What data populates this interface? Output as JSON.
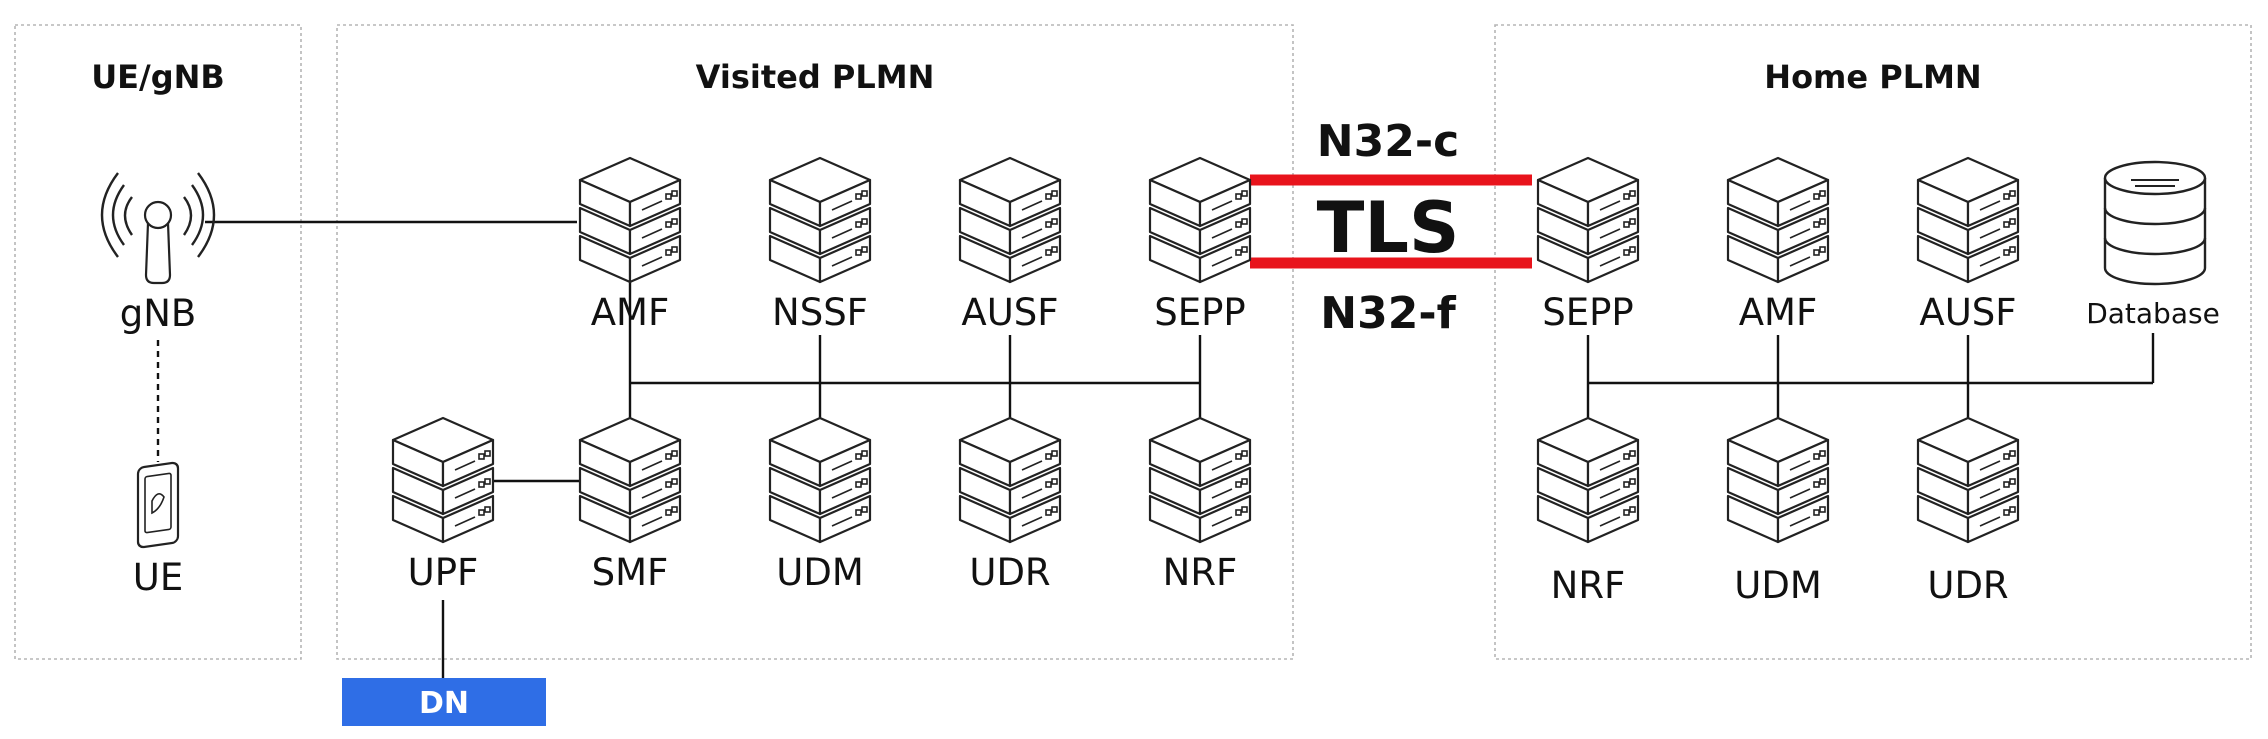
{
  "regions": {
    "ue_gnb": {
      "title": "UE/gNB"
    },
    "visited": {
      "title": "Visited PLMN"
    },
    "home": {
      "title": "Home PLMN"
    }
  },
  "ue_gnb": {
    "gnb_label": "gNB",
    "ue_label": "UE"
  },
  "visited": {
    "top_row": [
      "AMF",
      "NSSF",
      "AUSF",
      "SEPP"
    ],
    "bottom_row": [
      "UPF",
      "SMF",
      "UDM",
      "UDR",
      "NRF"
    ]
  },
  "home": {
    "top_row": [
      "SEPP",
      "AMF",
      "AUSF"
    ],
    "database_label": "Database",
    "bottom_row": [
      "NRF",
      "UDM",
      "UDR"
    ]
  },
  "interconnect": {
    "control": "N32-c",
    "security": "TLS",
    "forwarding": "N32-f",
    "tls_color": "#e8141c"
  },
  "dn": {
    "label": "DN",
    "color": "#2f6ee6"
  },
  "icons": {
    "server": "server-rack-icon",
    "antenna": "antenna-tower-icon",
    "phone": "mobile-phone-icon",
    "database": "database-icon"
  }
}
